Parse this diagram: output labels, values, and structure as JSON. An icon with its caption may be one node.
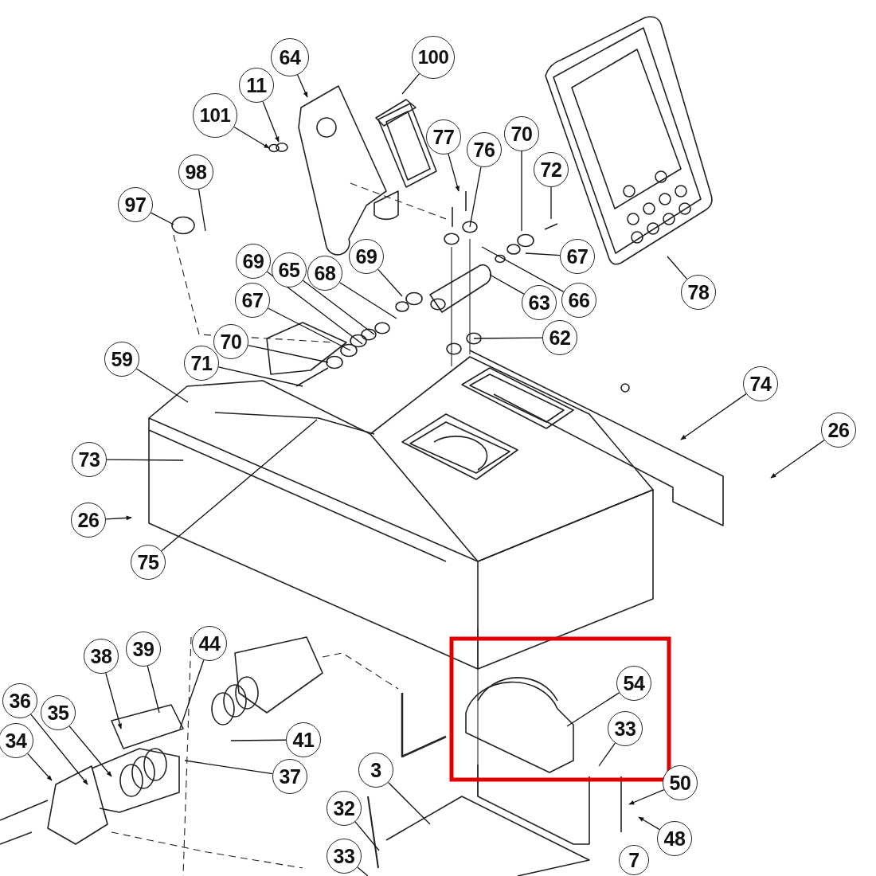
{
  "diagram": {
    "nodes": [
      {
        "text": [
          "64"
        ]
      },
      {
        "text": [
          "100"
        ]
      },
      {
        "text": [
          "11"
        ]
      },
      {
        "text": [
          "101"
        ]
      },
      {
        "text": [
          "98"
        ]
      },
      {
        "text": [
          "97"
        ]
      },
      {
        "text": [
          "77"
        ]
      },
      {
        "text": [
          "76"
        ]
      },
      {
        "text": [
          "70"
        ]
      },
      {
        "text": [
          "72"
        ]
      },
      {
        "text": [
          "67"
        ]
      },
      {
        "text": [
          "66"
        ]
      },
      {
        "text": [
          "63"
        ]
      },
      {
        "text": [
          "62"
        ]
      },
      {
        "text": [
          "69"
        ]
      },
      {
        "text": [
          "65"
        ]
      },
      {
        "text": [
          "68"
        ]
      },
      {
        "text": [
          "69"
        ]
      },
      {
        "text": [
          "78"
        ]
      },
      {
        "text": [
          "67"
        ]
      },
      {
        "text": [
          "70"
        ]
      },
      {
        "text": [
          "59"
        ]
      },
      {
        "text": [
          "71"
        ]
      },
      {
        "text": [
          "74"
        ]
      },
      {
        "text": [
          "26"
        ]
      },
      {
        "text": [
          "73"
        ]
      },
      {
        "text": [
          "26"
        ]
      },
      {
        "text": [
          "75"
        ]
      },
      {
        "text": [
          "38"
        ]
      },
      {
        "text": [
          "39"
        ]
      },
      {
        "text": [
          "44"
        ]
      },
      {
        "text": [
          "54"
        ]
      },
      {
        "text": [
          "36"
        ]
      },
      {
        "text": [
          "35"
        ]
      },
      {
        "text": [
          "33"
        ]
      },
      {
        "text": [
          "41"
        ]
      },
      {
        "text": [
          "34"
        ]
      },
      {
        "text": [
          "3"
        ]
      },
      {
        "text": [
          "37"
        ]
      },
      {
        "text": [
          "50"
        ]
      },
      {
        "text": [
          "32"
        ]
      },
      {
        "text": [
          "48"
        ]
      },
      {
        "text": [
          "33"
        ]
      },
      {
        "text": [
          "7"
        ]
      }
    ],
    "edges": [
      {
        "from": 0,
        "to": null,
        "arrow": "to"
      },
      {
        "from": 1,
        "to": null,
        "arrow": "none"
      },
      {
        "from": 2,
        "to": null,
        "arrow": "to"
      },
      {
        "from": 3,
        "to": null,
        "arrow": "to"
      },
      {
        "from": 4,
        "to": null,
        "arrow": "none"
      },
      {
        "from": 5,
        "to": null,
        "arrow": "none"
      },
      {
        "from": 6,
        "to": null,
        "arrow": "to"
      },
      {
        "from": 7,
        "to": null,
        "arrow": "none"
      },
      {
        "from": 8,
        "to": null,
        "arrow": "none"
      },
      {
        "from": 9,
        "to": null,
        "arrow": "none"
      },
      {
        "from": 10,
        "to": null,
        "arrow": "none"
      },
      {
        "from": 11,
        "to": null,
        "arrow": "none"
      },
      {
        "from": 12,
        "to": null,
        "arrow": "none"
      },
      {
        "from": 13,
        "to": null,
        "arrow": "none"
      },
      {
        "from": 14,
        "to": null,
        "arrow": "none"
      },
      {
        "from": 15,
        "to": null,
        "arrow": "none"
      },
      {
        "from": 16,
        "to": null,
        "arrow": "none"
      },
      {
        "from": 17,
        "to": null,
        "arrow": "none"
      },
      {
        "from": 18,
        "to": null,
        "arrow": "none"
      },
      {
        "from": 19,
        "to": null,
        "arrow": "none"
      },
      {
        "from": 20,
        "to": null,
        "arrow": "none"
      },
      {
        "from": 21,
        "to": null,
        "arrow": "none"
      },
      {
        "from": 22,
        "to": null,
        "arrow": "none"
      },
      {
        "from": 23,
        "to": null,
        "arrow": "to"
      },
      {
        "from": 24,
        "to": null,
        "arrow": "to"
      },
      {
        "from": 25,
        "to": null,
        "arrow": "none"
      },
      {
        "from": 26,
        "to": null,
        "arrow": "to"
      },
      {
        "from": 27,
        "to": null,
        "arrow": "none"
      },
      {
        "from": 28,
        "to": null,
        "arrow": "to"
      },
      {
        "from": 29,
        "to": null,
        "arrow": "none"
      },
      {
        "from": 30,
        "to": null,
        "arrow": "none"
      },
      {
        "from": 31,
        "to": null,
        "arrow": "none"
      },
      {
        "from": 32,
        "to": null,
        "arrow": "to"
      },
      {
        "from": 33,
        "to": null,
        "arrow": "to"
      },
      {
        "from": 34,
        "to": null,
        "arrow": "none"
      },
      {
        "from": 35,
        "to": null,
        "arrow": "none"
      },
      {
        "from": 36,
        "to": null,
        "arrow": "to"
      },
      {
        "from": 37,
        "to": null,
        "arrow": "none"
      },
      {
        "from": 38,
        "to": null,
        "arrow": "none"
      },
      {
        "from": 39,
        "to": null,
        "arrow": "to"
      },
      {
        "from": 40,
        "to": null,
        "arrow": "none"
      },
      {
        "from": 41,
        "to": null,
        "arrow": "to"
      },
      {
        "from": 42,
        "to": null,
        "arrow": "none"
      }
    ]
  }
}
